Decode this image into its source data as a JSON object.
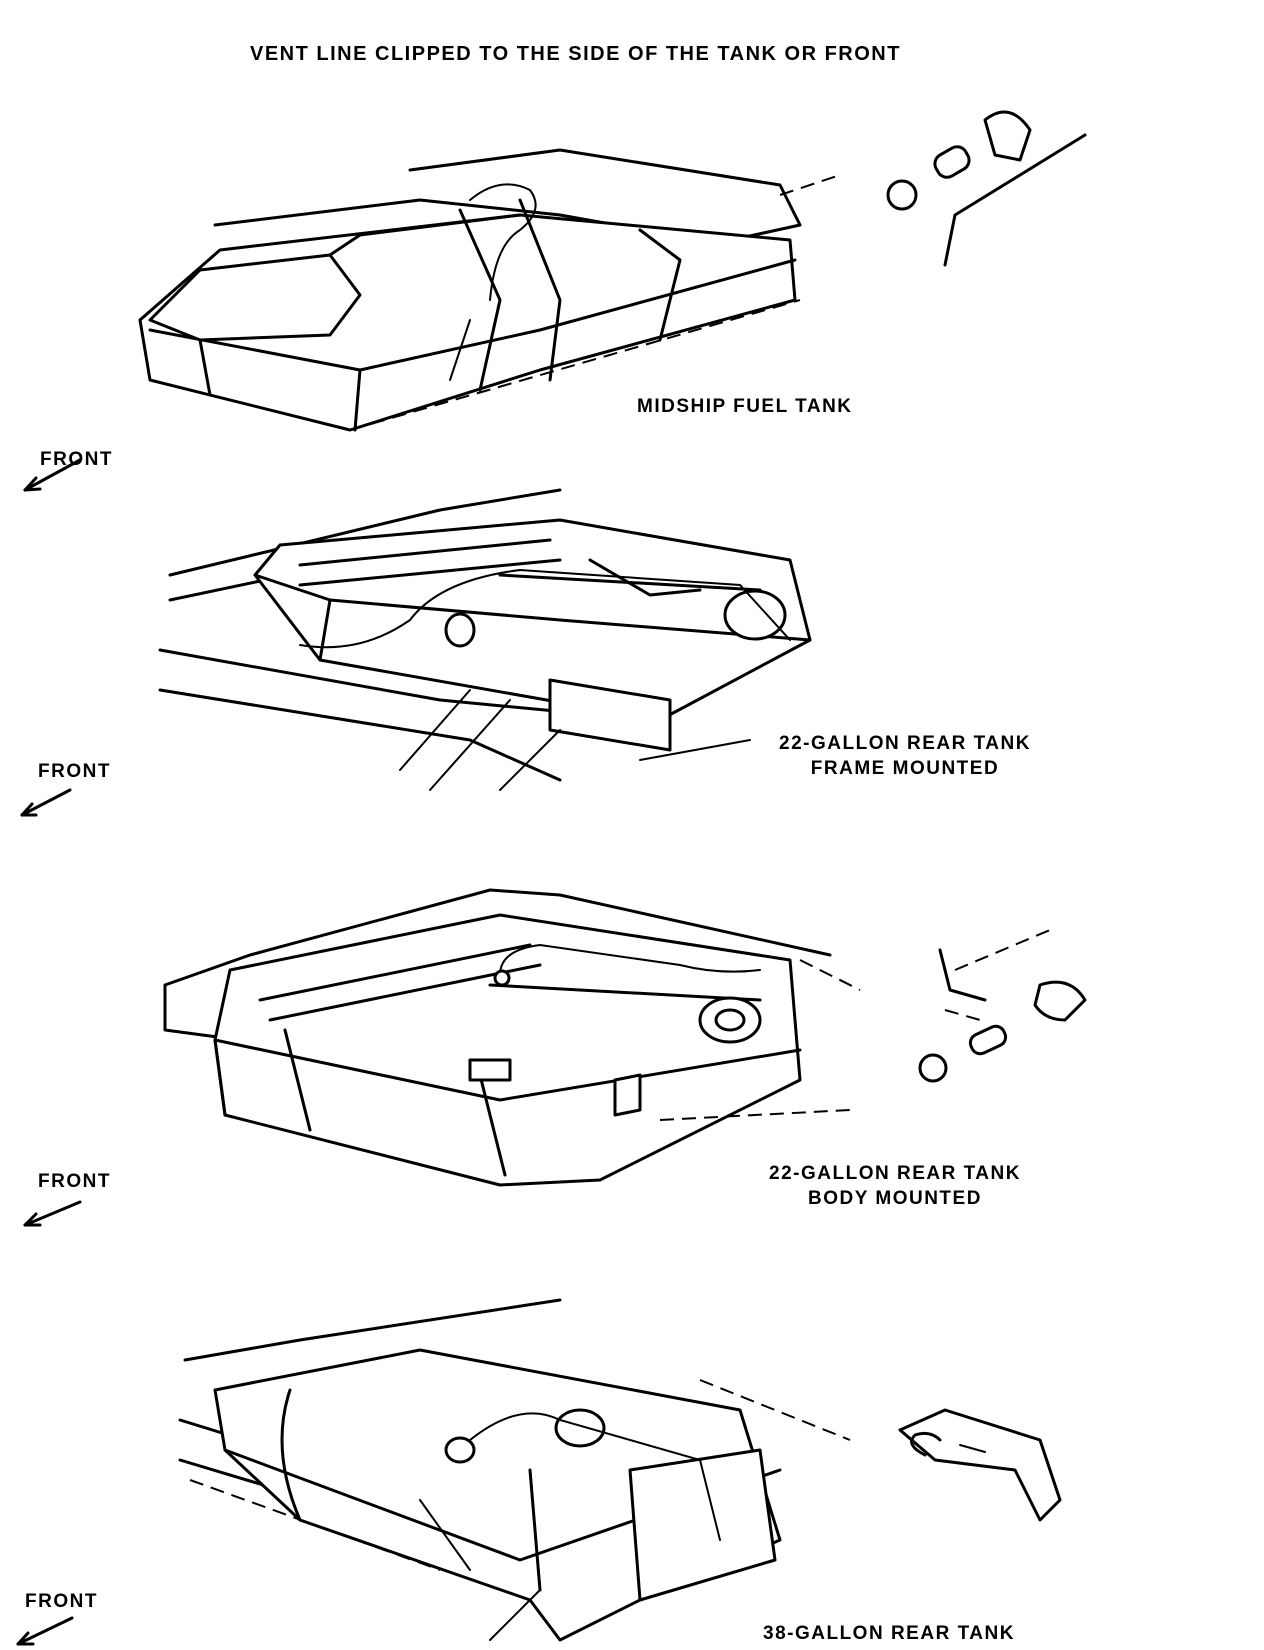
{
  "title": "VENT LINE CLIPPED TO THE SIDE OF THE TANK OR FRONT",
  "figures": [
    {
      "caption_lines": [
        "MIDSHIP FUEL TANK"
      ],
      "direction_label": "FRONT"
    },
    {
      "caption_lines": [
        "22-GALLON REAR TANK",
        "FRAME MOUNTED"
      ],
      "direction_label": "FRONT"
    },
    {
      "caption_lines": [
        "22-GALLON REAR TANK",
        "BODY MOUNTED"
      ],
      "direction_label": "FRONT"
    },
    {
      "caption_lines": [
        "38-GALLON REAR TANK"
      ],
      "direction_label": "FRONT"
    }
  ]
}
